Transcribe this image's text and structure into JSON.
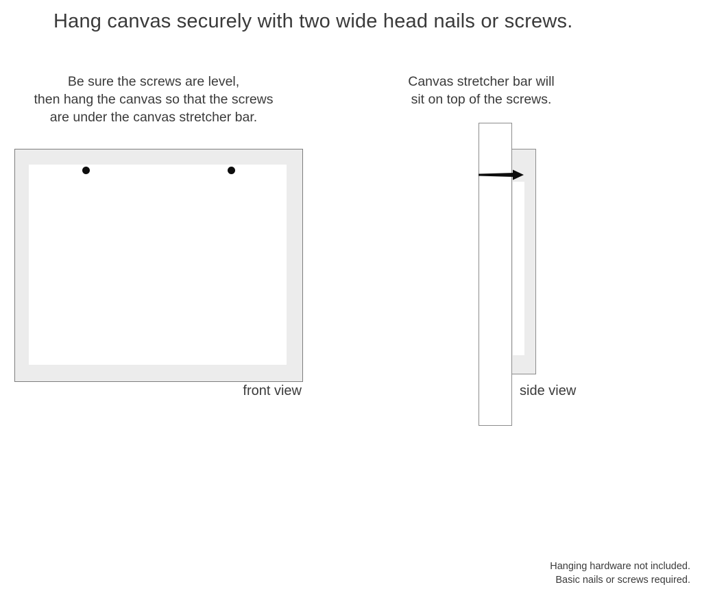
{
  "title": "Hang canvas securely with two wide head nails or screws.",
  "front_section": {
    "instruction_lines": [
      "Be sure the screws are level,",
      "then hang the canvas so that the screws",
      "are under the canvas stretcher bar."
    ],
    "caption": "front view",
    "screw_count": 2
  },
  "side_section": {
    "instruction_lines": [
      "Canvas stretcher bar will",
      "sit on top of the screws."
    ],
    "caption": "side view"
  },
  "footer": {
    "lines": [
      "Hanging hardware not included.",
      "Basic nails or screws required."
    ]
  },
  "icons": {
    "screw_left": "screw-dot-icon",
    "screw_right": "screw-dot-icon",
    "nail": "nail-icon"
  },
  "colors": {
    "canvas_fill": "#ececec",
    "border_gray": "#7d7d7d",
    "border_light": "#8c8c8c",
    "text_color": "#3a3a3a",
    "screw_color": "#0d0d0d",
    "background": "#ffffff"
  }
}
